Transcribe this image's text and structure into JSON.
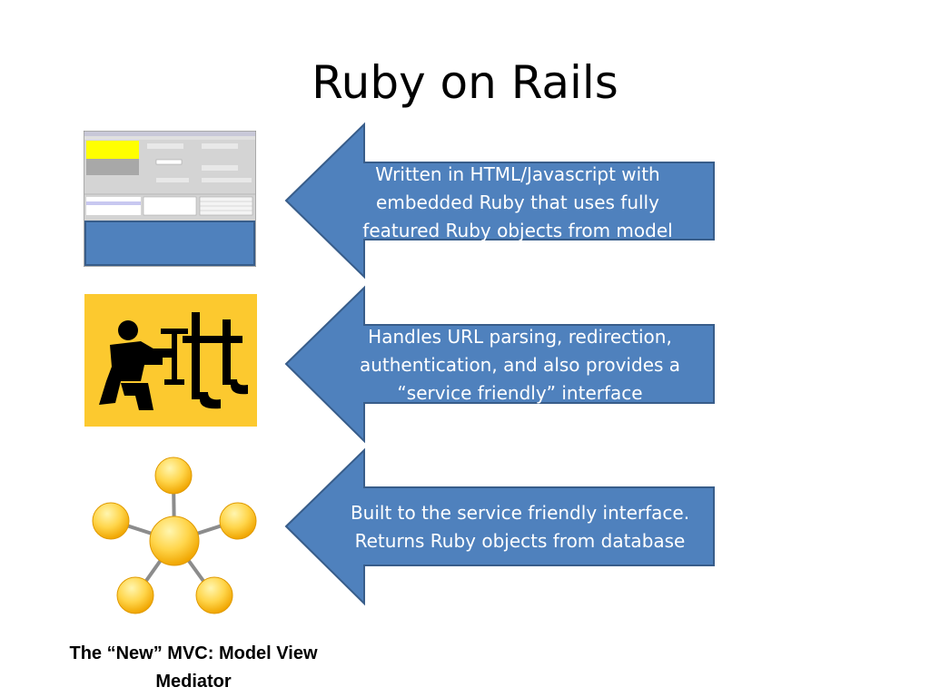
{
  "slide": {
    "title": "Ruby on Rails",
    "caption_line1": "The “New” MVC: Model View",
    "caption_line2": "Mediator"
  },
  "arrows": [
    {
      "lines": [
        "Written in HTML/Javascript with",
        "embedded Ruby that uses fully",
        "featured Ruby objects from model"
      ]
    },
    {
      "lines": [
        "Handles URL parsing, redirection,",
        "authentication, and also provides a",
        "“service friendly” interface"
      ]
    },
    {
      "lines": [
        "Built to the service friendly interface.",
        "Returns Ruby objects from database"
      ]
    }
  ],
  "colors": {
    "arrow_fill": "#4f81bd",
    "arrow_stroke": "#385d8a",
    "rails_bg": "#fcc92f",
    "node_fill": "#ffc000"
  },
  "icons": [
    "ui-screenshot-icon",
    "rails-logo-icon",
    "network-nodes-icon"
  ]
}
